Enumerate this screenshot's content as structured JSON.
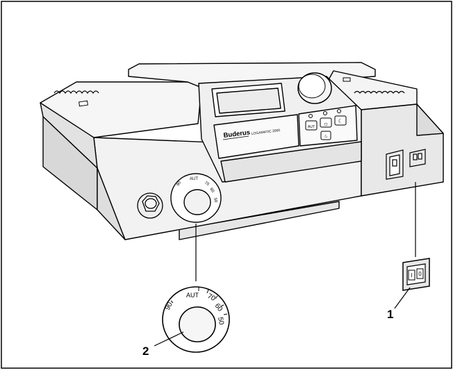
{
  "brand": "Buderus",
  "model": "LOGAMATIC 2000",
  "buttons": {
    "auto": "AUT",
    "day": "☼",
    "night": "☾",
    "extra": "♨"
  },
  "dial": {
    "aut": "AUT",
    "t90": "90",
    "t70": "70",
    "t60": "60",
    "t50": "50"
  },
  "switch": {
    "on": "I",
    "off": "0"
  },
  "callouts": {
    "main_switch": "1",
    "temp_knob": "2"
  },
  "colors": {
    "line": "#000000",
    "body": "#f4f4f4",
    "shade": "#dcdcdc",
    "bg": "#ffffff"
  }
}
